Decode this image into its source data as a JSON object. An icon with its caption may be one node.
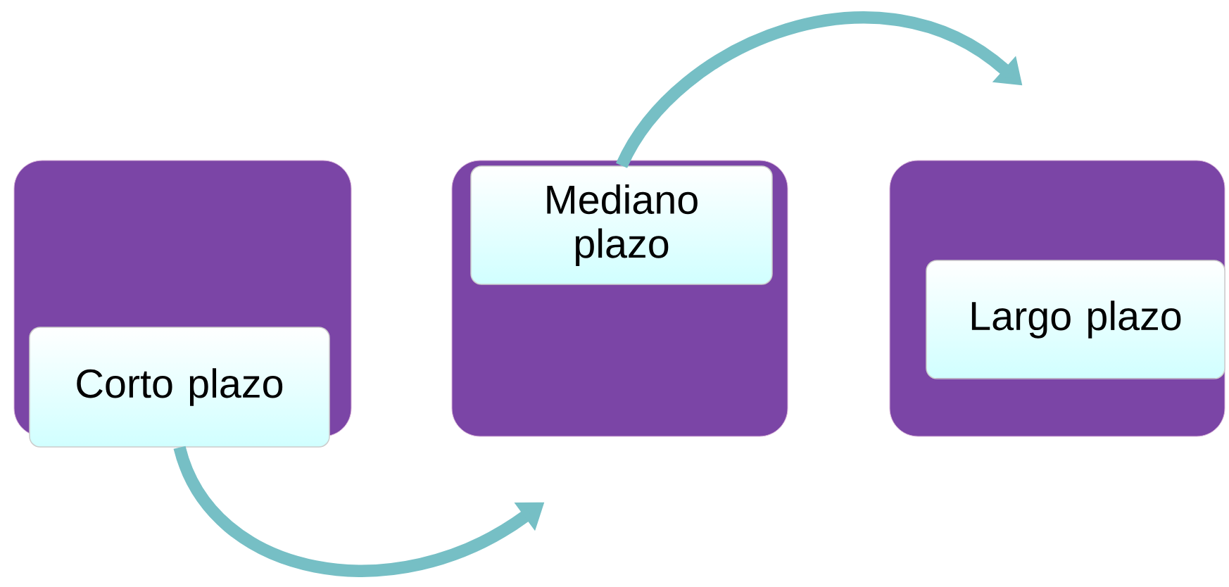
{
  "diagram": {
    "nodes": [
      {
        "text": [],
        "shape": "box"
      },
      {
        "text": [
          "Corto plazo"
        ]
      },
      {
        "text": [],
        "shape": "box"
      },
      {
        "text": [
          "Mediano plazo"
        ],
        "in": 2
      },
      {
        "text": [],
        "shape": "box"
      },
      {
        "text": [
          "Largo plazo"
        ],
        "in": 4
      }
    ],
    "edges": [
      {
        "from": 1,
        "to": 2,
        "arrow": "to"
      },
      {
        "from": 3,
        "to": 4,
        "arrow": "to"
      }
    ]
  }
}
